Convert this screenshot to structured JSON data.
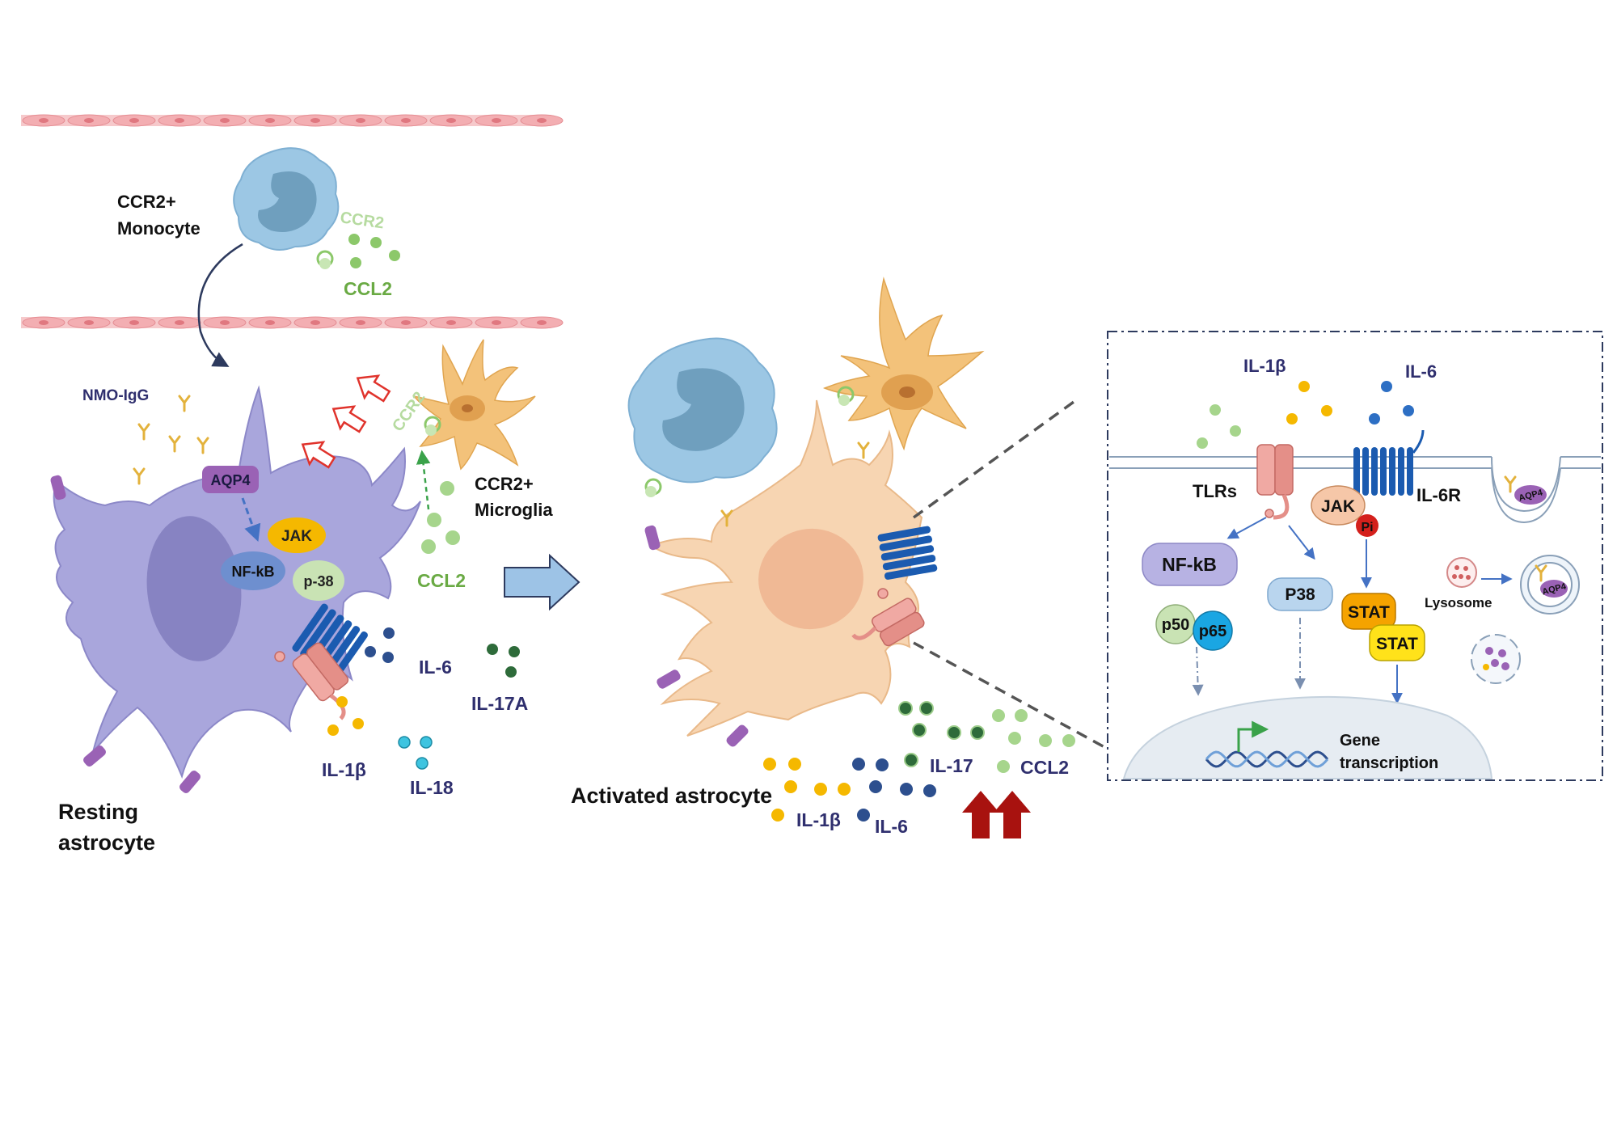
{
  "colors": {
    "resting_astrocyte": "#a9a6dc",
    "activated_astrocyte": "#f7d5b2",
    "monocyte": "#9cc7e4",
    "microglia": "#f3c27a",
    "ccl2": "#8cc86a",
    "il1b": "#f5b800",
    "il6": "#2d4f8e",
    "il17": "#2e6b3a",
    "il18": "#3ec4e0",
    "receptor": "#1b5bb0",
    "tlr": "#f0a9a3",
    "aqp4": "#9a62b5",
    "up_arrow": "#a8120f",
    "label_navy": "#2f2f6e"
  },
  "left_panel": {
    "monocyte_label_line1": "CCR2+",
    "monocyte_label_line2": "Monocyte",
    "ccr2_monocyte": "CCR2",
    "ccl2_vessel": "CCL2",
    "nmo_igg": "NMO-IgG",
    "aqp4": "AQP4",
    "jak": "JAK",
    "nfkb": "NF-kB",
    "p38": "p-38",
    "ccr2_microglia": "CCR2",
    "microglia_label_line1": "CCR2+",
    "microglia_label_line2": "Microglia",
    "ccl2": "CCL2",
    "il6": "IL-6",
    "il17a": "IL-17A",
    "il1b": "IL-1β",
    "il18": "IL-18",
    "resting_line1": "Resting",
    "resting_line2": "astrocyte"
  },
  "middle_panel": {
    "activated_label": "Activated astrocyte",
    "il1b": "IL-1β",
    "il6": "IL-6",
    "il17": "IL-17",
    "ccl2": "CCL2"
  },
  "inset": {
    "il1b": "IL-1β",
    "il6": "IL-6",
    "tlrs": "TLRs",
    "il6r": "IL-6R",
    "jak": "JAK",
    "pi": "Pi",
    "nfkb": "NF-kB",
    "p50": "p50",
    "p65": "p65",
    "p38": "P38",
    "stat1": "STAT",
    "stat2": "STAT",
    "lysosome": "Lysosome",
    "aqp4_pit": "AQP4",
    "aqp4_vesicle": "AQP4",
    "gene_line1": "Gene",
    "gene_line2": "transcription"
  }
}
